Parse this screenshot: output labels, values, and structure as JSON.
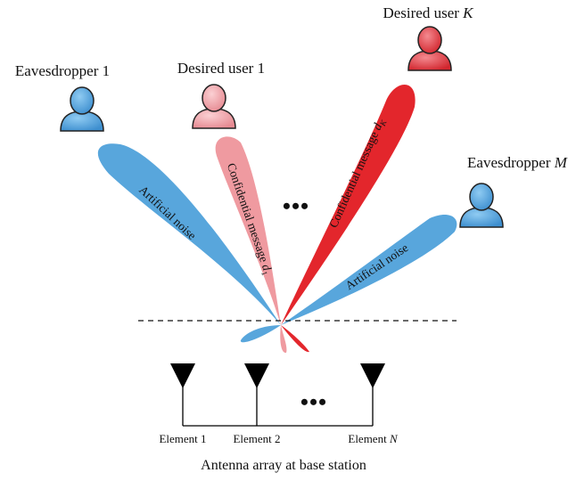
{
  "title": "",
  "colors": {
    "noise_beam": "#58A6DC",
    "user1_beam": "#EF9AA0",
    "userK_beam": "#E3262C",
    "eavesdropper_body": "#5AA8E0",
    "user1_body": "#F2A8AE",
    "userK_body": "#E0454D",
    "antenna": "#000000"
  },
  "users": {
    "eavesdropper_1": {
      "label": "Eavesdropper ",
      "index": "1",
      "icon": "person-icon"
    },
    "desired_user_1": {
      "label": "Desired user ",
      "index": "1",
      "icon": "person-icon"
    },
    "desired_user_k": {
      "label": "Desired user ",
      "index": "K",
      "icon": "person-icon"
    },
    "eavesdropper_m": {
      "label": "Eavesdropper ",
      "index": "M",
      "icon": "person-icon"
    }
  },
  "beams": {
    "noise_left": "Artificial noise",
    "noise_right": "Artificial noise",
    "message_1": {
      "text": "Confidential message ",
      "symbol": "d",
      "subscript": "1"
    },
    "message_k": {
      "text": "Confidential message ",
      "symbol": "d",
      "subscript": "K"
    }
  },
  "ellipsis": "•••",
  "elements": [
    {
      "label": "Element ",
      "index": "1"
    },
    {
      "label": "Element ",
      "index": "2"
    },
    {
      "label": "Element ",
      "index": "N"
    }
  ],
  "caption": "Antenna array at base station"
}
